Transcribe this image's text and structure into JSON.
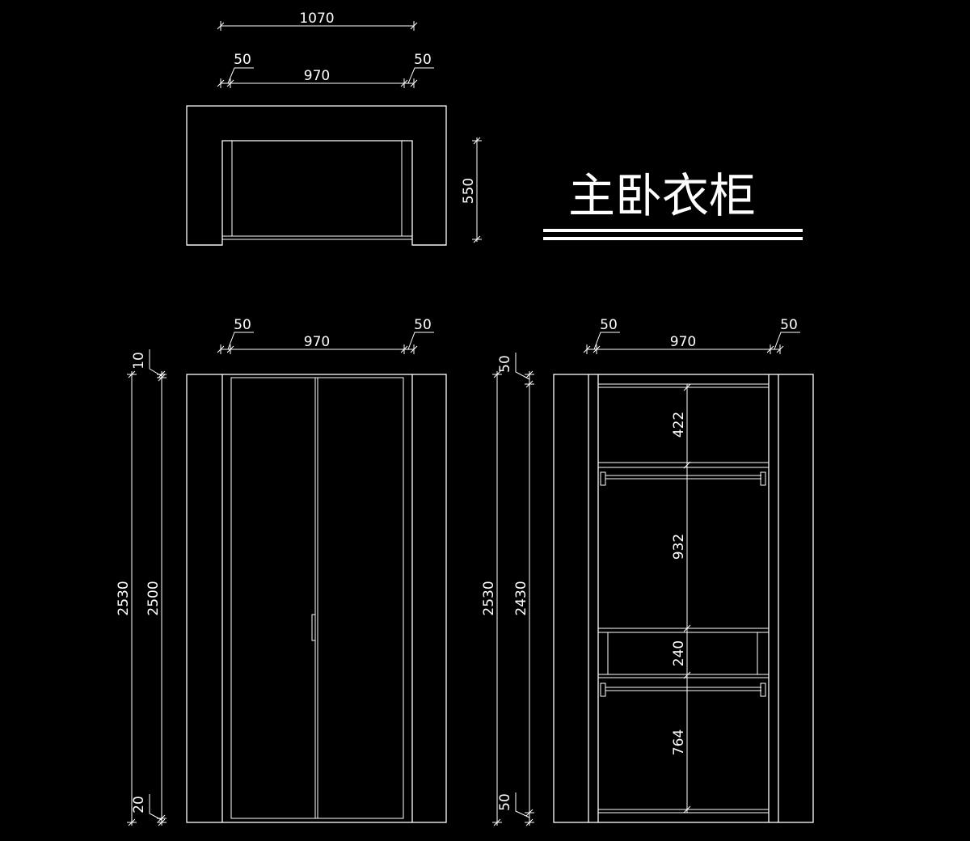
{
  "title": "主卧衣柜",
  "plan": {
    "overall_width": "1070",
    "left_side": "50",
    "inner_width": "970",
    "right_side": "50",
    "depth": "550"
  },
  "front_elevation": {
    "left_side": "50",
    "inner_width": "970",
    "right_side": "50",
    "top_gap": "10",
    "total_height": "2530",
    "door_height": "2500",
    "bottom_gap": "20"
  },
  "interior_elevation": {
    "left_side": "50",
    "inner_width": "970",
    "right_side": "50",
    "top_board": "50",
    "total_height": "2530",
    "inner_height": "2430",
    "bottom_board": "50",
    "compartments": [
      "422",
      "932",
      "240",
      "764"
    ]
  }
}
